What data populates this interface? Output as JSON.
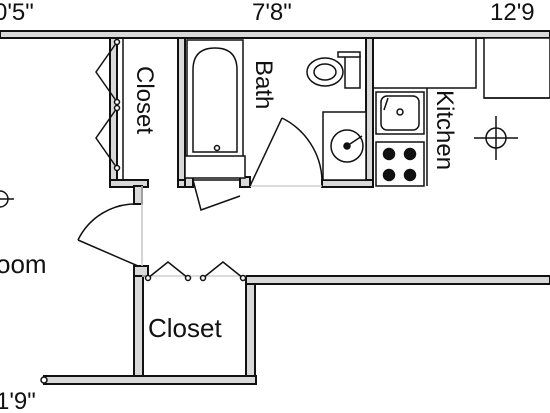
{
  "dimensions": {
    "top_left": "0'5\"",
    "top_middle": "7'8\"",
    "top_right": "12'9",
    "bottom_left": "1'9\""
  },
  "rooms": {
    "closet_upper": "Closet",
    "bath": "Bath",
    "kitchen": "Kitchen",
    "room_partial": "oom",
    "closet_lower": "Closet"
  },
  "colors": {
    "wall_outline": "#111111",
    "wall_fill": "#d9d9d9",
    "fixture_line": "#111111",
    "background": "#ffffff"
  },
  "fixtures": [
    "toilet-icon",
    "bathtub-icon",
    "sink-icon",
    "bath-sink-icon",
    "stove-icon",
    "ceiling-light-icon",
    "door-swing-icon"
  ]
}
